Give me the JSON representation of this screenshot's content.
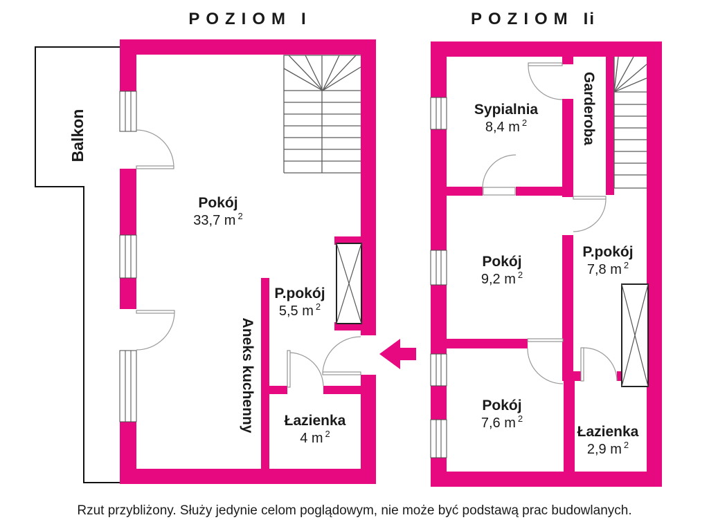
{
  "titles": {
    "plan1": {
      "label": "POZIOM",
      "numeral": "I"
    },
    "plan2": {
      "label": "POZIOM",
      "numeral": "Ii"
    }
  },
  "plan1": {
    "balcony_label": "Balkon",
    "rooms": {
      "pokoj": {
        "name": "Pokój",
        "area": "33,7 m",
        "area_sup": "2"
      },
      "ppokoj": {
        "name": "P.pokój",
        "area": "5,5 m",
        "area_sup": "2"
      },
      "aneks": {
        "name": "Aneks kuchenny"
      },
      "lazienka": {
        "name": "Łazienka",
        "area": "4 m",
        "area_sup": "2"
      }
    }
  },
  "plan2": {
    "rooms": {
      "sypialnia": {
        "name": "Sypialnia",
        "area": "8,4 m",
        "area_sup": "2"
      },
      "garderoba": {
        "name": "Garderoba"
      },
      "pokoj92": {
        "name": "Pokój",
        "area": "9,2 m",
        "area_sup": "2"
      },
      "ppokoj78": {
        "name": "P.pokój",
        "area": "7,8 m",
        "area_sup": "2"
      },
      "pokoj76": {
        "name": "Pokój",
        "area": "7,6 m",
        "area_sup": "2"
      },
      "lazienka29": {
        "name": "Łazienka",
        "area": "2,9 m",
        "area_sup": "2"
      }
    }
  },
  "footer": {
    "disclaimer": "Rzut przybliżony. Służy jedynie celom poglądowym, nie może być podstawą prac budowlanych."
  },
  "colors": {
    "wall_pink": "#E6097F",
    "text": "#1a1a1a"
  }
}
